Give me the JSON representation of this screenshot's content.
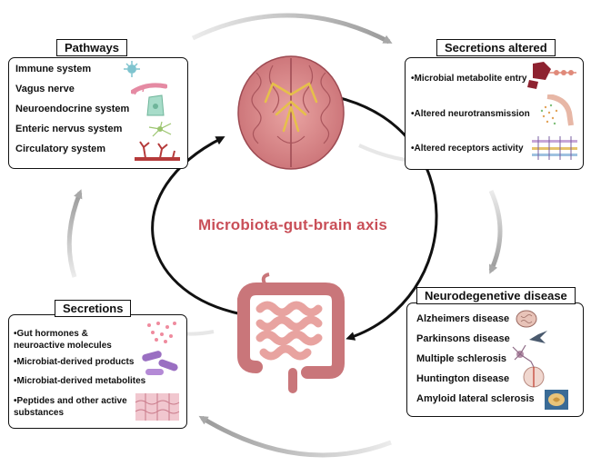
{
  "center_title": "Microbiota-gut-brain axis",
  "pathways": {
    "title": "Pathways",
    "items": [
      {
        "label": "Immune system",
        "icon": "immune-cell-icon"
      },
      {
        "label": "Vagus nerve",
        "icon": "vagus-nerve-icon"
      },
      {
        "label": "Neuroendocrine system",
        "icon": "neuroendocrine-cell-icon"
      },
      {
        "label": "Enteric nervus system",
        "icon": "neuron-icon"
      },
      {
        "label": "Circulatory system",
        "icon": "blood-vessel-icon"
      }
    ]
  },
  "secretions_altered": {
    "title": "Secretions altered",
    "items": [
      {
        "label": "•Microbial metabolite entry",
        "icon": "metabolite-chain-icon"
      },
      {
        "label": "•Altered neurotransmission",
        "icon": "synapse-icon"
      },
      {
        "label": "•Altered receptors activity",
        "icon": "receptor-membrane-icon"
      }
    ]
  },
  "neurodegenerative": {
    "title": "Neurodegenetive disease",
    "items": [
      {
        "label": "Alzheimers disease",
        "icon": "alzheimer-brain-icon"
      },
      {
        "label": "Parkinsons disease",
        "icon": "parkinson-icon"
      },
      {
        "label": "Multiple schlerosis",
        "icon": "multiple-sclerosis-neuron-icon"
      },
      {
        "label": "Huntington disease",
        "icon": "huntington-brain-icon"
      },
      {
        "label": "Amyloid lateral sclerosis",
        "icon": "spinal-cord-icon"
      }
    ]
  },
  "secretions": {
    "title": "Secretions",
    "items": [
      {
        "label": "•Gut hormones & neuroactive molecules",
        "icon": "molecules-icon"
      },
      {
        "label": "•Microbiat-derived products",
        "icon": "bacteria-icon"
      },
      {
        "label": "•Microbiat-derived metabolites",
        "icon": "metabolites-icon"
      },
      {
        "label": "•Peptides and other active substances",
        "icon": "tissue-icon"
      }
    ]
  },
  "colors": {
    "title_red": "#c94f58",
    "brain": "#d98585",
    "intestine": "#e8a3a0",
    "arrow_black": "#111111",
    "arrow_grey": "#b9b9b9"
  }
}
